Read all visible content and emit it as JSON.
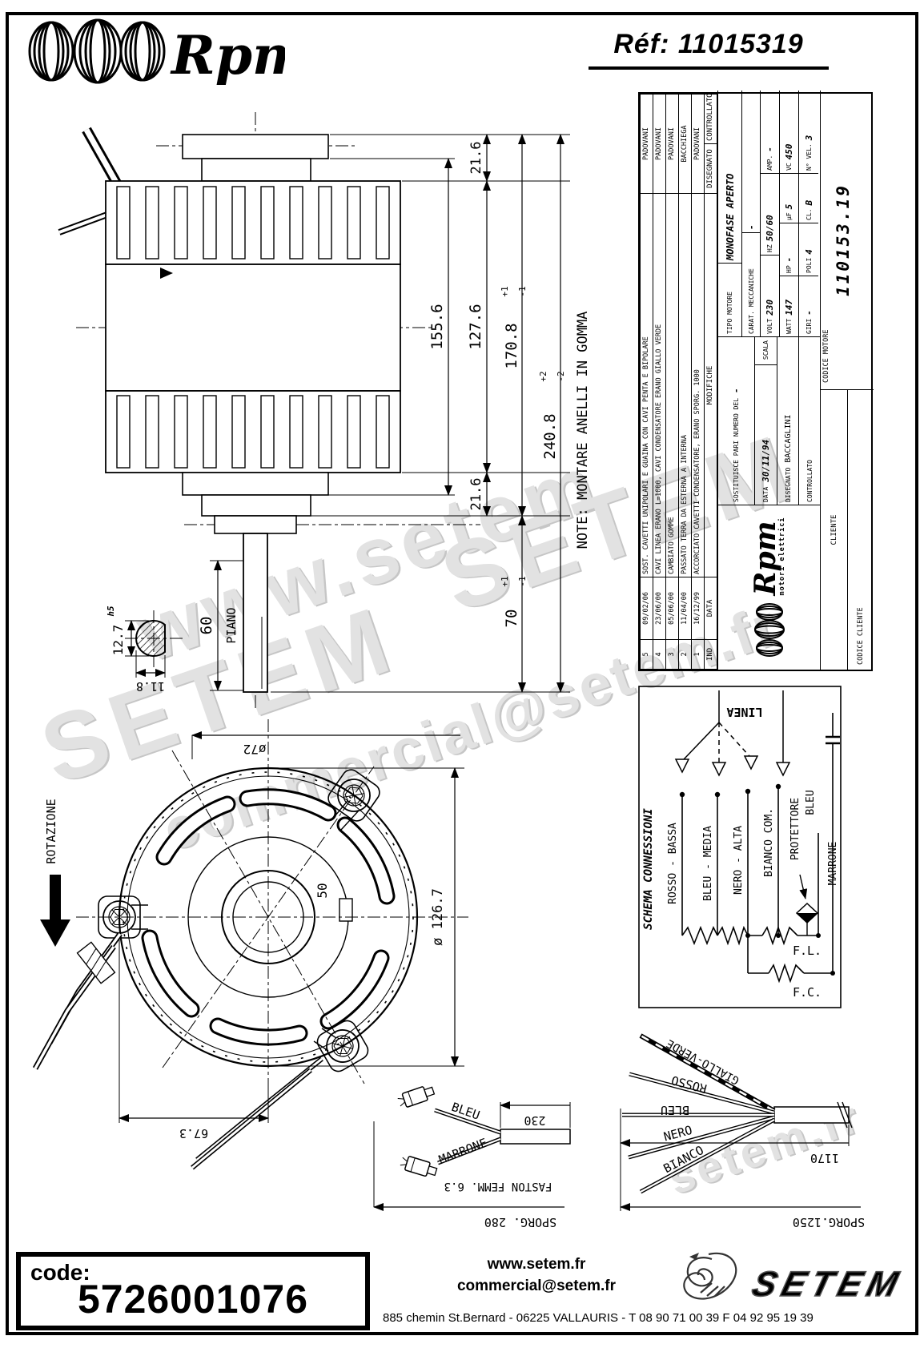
{
  "header": {
    "brand": "Rpm",
    "ref_label": "Réf:",
    "ref_value": "11015319"
  },
  "watermarks": {
    "w1": "www.setem",
    "w2": "SETEM",
    "w3": "SETEM",
    "w4": "commercial@setem.fr",
    "w5": "setem.fr"
  },
  "note": "NOTE: MONTARE ANELLI IN GOMMA",
  "side_view": {
    "dim_21_6_top": "21.6",
    "dim_155_6": "155.6",
    "dim_127_6": "127.6",
    "dim_21_6_bottom": "21.6",
    "dim_170_8": "170.8",
    "tol_170_8_plus": "+1",
    "tol_170_8_minus": "-1",
    "dim_240_8": "240.8",
    "tol_240_8_plus": "+2",
    "tol_240_8_minus": "-2",
    "dim_70": "70",
    "tol_70_plus": "+1",
    "tol_70_minus": "-1",
    "dim_60": "60",
    "piano": "PIANO",
    "dim_12_7": "12.7",
    "fit_h5": "h5",
    "dim_11_8": "11.8"
  },
  "front_view": {
    "dim_72": "ø72",
    "dim_126_7": "ø 126.7",
    "dim_50": "50",
    "dim_67_3": "67.3",
    "rotazione": "ROTAZIONE"
  },
  "schema": {
    "title": "SCHEMA CONNESSIONI",
    "linea": "LINEA",
    "w_rosso": "ROSSO - BASSA",
    "w_bleu": "BLEU - MEDIA",
    "w_nero": "NERO - ALTA",
    "w_bianco": "BIANCO COM.",
    "protettore": "PROTETTORE",
    "bleu": "BLEU",
    "marrone": "MARRONE",
    "fl": "F.L.",
    "fc": "F.C."
  },
  "harness_small": {
    "bleu": "BLEU",
    "marrone": "MARRONE",
    "dim_230": "230",
    "faston": "FASTON FEMM. 6.3",
    "sporg": "SPORG. 280"
  },
  "harness_large": {
    "giallo_verde": "GIALLO-VERDE",
    "rosso": "ROSSO",
    "bleu": "BLEU",
    "nero": "NERO",
    "bianco": "BIANCO",
    "dim_1170": "1170",
    "sporg": "SPORG.1250"
  },
  "title_block": {
    "rev_headers": {
      "ind": "IND",
      "data": "DATA",
      "modifiche": "MODIFICHE",
      "disegnato": "DISEGNATO",
      "controllato": "CONTROLLATO"
    },
    "revisions": [
      {
        "ind": "5",
        "date": "09/02/06",
        "desc": "SOST. CAVETTI UNIPOLARI E GUAINA CON CAVI PENTA E BIPOLARE",
        "name": "PADOVANI"
      },
      {
        "ind": "4",
        "date": "23/06/00",
        "desc": "CAVI LINEA ERANO L=1000, CAVI CONDENSATORE ERANO GIALLO VERDE",
        "name": "PADOVANI"
      },
      {
        "ind": "3",
        "date": "05/06/00",
        "desc": "CAMBIATO GOMME",
        "name": "PADOVANI"
      },
      {
        "ind": "2",
        "date": "11/04/00",
        "desc": "PASSATO TERRA DA ESTERNA A INTERNA",
        "name": "BACCHIEGA"
      },
      {
        "ind": "1",
        "date": "16/12/99",
        "desc": "ACCORCIATO CAVETTI CONDENSATORE, ERANO SPORG. 1000",
        "name": "PADOVANI"
      }
    ],
    "tipo_label": "TIPO MOTORE",
    "tipo_value": "MONOFASE APERTO",
    "carat_label": "CARAT. MECCANICHE",
    "carat_value": "-",
    "volt_label": "VOLT",
    "volt_value": "230",
    "hz_label": "HZ",
    "hz_value": "50/60",
    "amp_label": "AMP.",
    "amp_value": "-",
    "watt_label": "WATT",
    "watt_value": "147",
    "hp_label": "HP",
    "hp_value": "-",
    "uf_label": "µF",
    "uf_value": "5",
    "vc_label": "VC",
    "vc_value": "450",
    "giri_label": "GIRI",
    "giri_value": "-",
    "poli_label": "POLI",
    "poli_value": "4",
    "cl_label": "CL.",
    "cl_value": "B",
    "nvel_label": "N° VEL.",
    "nvel_value": "3",
    "cliente_label": "CLIENTE",
    "codice_cliente_label": "CODICE CLIENTE",
    "codice_motore_label": "CODICE MOTORE",
    "codice_motore_value": "110153.19",
    "logo_brand": "Rpm",
    "logo_sub": "motori elettrici",
    "sostituisce_label": "SOSTITUISCE PARI NUMERO DEL",
    "sostituisce_value": "-",
    "data_label": "DATA",
    "data_value": "30/11/94",
    "scala_label": "SCALA",
    "disegnato_label": "DISEGNATO",
    "disegnato_value": "BACCAGLINI",
    "controllato_label": "CONTROLLATO"
  },
  "footer": {
    "code_label": "code:",
    "code_value": "5726001076",
    "website": "www.setem.fr",
    "email": "commercial@setem.fr",
    "brand": "SETEM",
    "address": "885 chemin St.Bernard  -  06225 VALLAURIS  -  T 08 90 71 00 39   F 04 92 95 19 39"
  }
}
